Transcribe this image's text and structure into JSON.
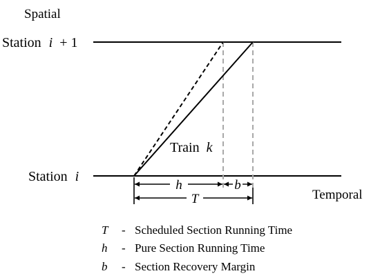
{
  "axes": {
    "spatial_label": "Spatial",
    "temporal_label": "Temporal"
  },
  "stations": {
    "upper": {
      "name": "Station",
      "index": "i",
      "suffix": "+ 1"
    },
    "lower": {
      "name": "Station",
      "index": "i"
    }
  },
  "train": {
    "label": "Train",
    "symbol": "k"
  },
  "intervals": {
    "h": "h",
    "b": "b",
    "T": "T"
  },
  "legend": [
    {
      "symbol": "T",
      "dash": "-",
      "text": "Scheduled Section Running Time"
    },
    {
      "symbol": "h",
      "dash": "-",
      "text": "Pure Section Running Time"
    },
    {
      "symbol": "b",
      "dash": "-",
      "text": "Section Recovery Margin"
    }
  ],
  "colors": {
    "line": "#000000",
    "guide": "#a8a8a8"
  }
}
